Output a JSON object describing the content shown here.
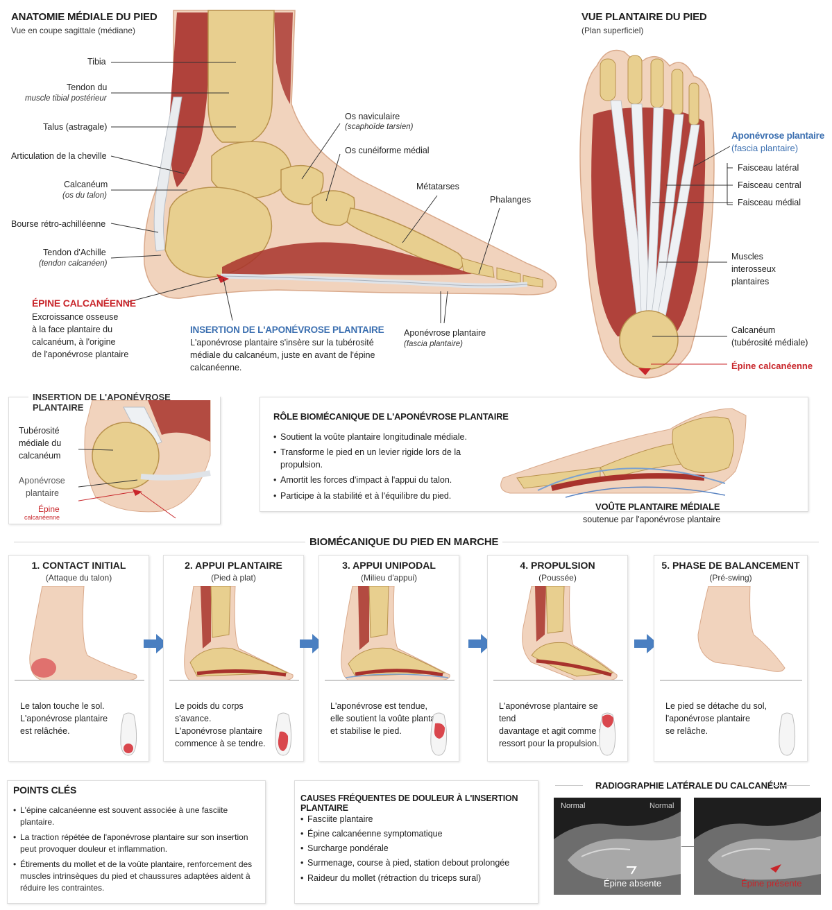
{
  "medial": {
    "title": "ANATOMIE MÉDIALE DU PIED",
    "subtitle": "Vue en coupe sagittale (médiane)",
    "labels": {
      "tibia": "Tibia",
      "tendon1": "Tendon du",
      "tendon2": "muscle tibial postérieur",
      "talus": "Talus (astragale)",
      "articulation": "Articulation de la cheville",
      "calcaneum1": "Calcanéum",
      "calcaneum2": "(os du talon)",
      "bourse": "Bourse rétro-achilléenne",
      "achille1": "Tendon d'Achille",
      "achille2": "(tendon calcanéen)",
      "naviculaire1": "Os naviculaire",
      "naviculaire2": "(scaphoïde tarsien)",
      "cuneiforme": "Os cunéiforme médial",
      "metatarses": "Métatarses",
      "phalanges": "Phalanges",
      "apo1": "Aponévrose plantaire",
      "apo2": "(fascia plantaire)"
    },
    "epine": {
      "title": "ÉPINE CALCANÉENNE",
      "l1": "Excroissance osseuse",
      "l2": "à la face plantaire du",
      "l3": "calcanéum, à l'origine",
      "l4": "de l'aponévrose plantaire"
    },
    "insertion": {
      "title": "INSERTION DE L'APONÉVROSE PLANTAIRE",
      "l1": "L'aponévrose plantaire s'insère sur la tubérosité",
      "l2": "médiale du calcanéum, juste en avant de l'épine",
      "l3": "calcanéenne."
    }
  },
  "plantar": {
    "title": "VUE PLANTAIRE DU PIED",
    "subtitle": "(Plan superficiel)",
    "apo1": "Aponévrose plantaire",
    "apo2": "(fascia plantaire)",
    "lateral": "Faisceau latéral",
    "central": "Faisceau central",
    "medial": "Faisceau médial",
    "muscles1": "Muscles",
    "muscles2": "interosseux",
    "muscles3": "plantaires",
    "calc1": "Calcanéum",
    "calc2": "(tubérosité médiale)",
    "epine": "Épine calcanéenne"
  },
  "insertion_box": {
    "title": "INSERTION DE L'APONÉVROSE PLANTAIRE",
    "tub1": "Tubérosité",
    "tub2": "médiale du",
    "tub3": "calcanéum",
    "apo1": "Aponévrose",
    "apo2": "plantaire",
    "epine1": "Épine",
    "epine2": "calcanéenne"
  },
  "role": {
    "title": "RÔLE BIOMÉCANIQUE DE L'APONÉVROSE PLANTAIRE",
    "items": [
      "Soutient la voûte plantaire longitudinale médiale.",
      "Transforme le pied en un levier rigide lors de la propulsion.",
      "Amortit les forces d'impact à l'appui du talon.",
      "Participe à la stabilité et à l'équilibre du pied."
    ],
    "voute1": "VOÛTE PLANTAIRE MÉDIALE",
    "voute2": "soutenue par l'aponévrose plantaire"
  },
  "gait": {
    "title": "BIOMÉCANIQUE DU PIED EN MARCHE",
    "stages": [
      {
        "title": "1. CONTACT INITIAL",
        "sub": "(Attaque du talon)",
        "d1": "Le talon touche le sol.",
        "d2": "L'aponévrose plantaire",
        "d3": "est relâchée."
      },
      {
        "title": "2. APPUI PLANTAIRE",
        "sub": "(Pied à plat)",
        "d1": "Le poids du corps s'avance.",
        "d2": "L'aponévrose plantaire",
        "d3": "commence à se tendre."
      },
      {
        "title": "3. APPUI UNIPODAL",
        "sub": "(Milieu d'appui)",
        "d1": "L'aponévrose est tendue,",
        "d2": "elle soutient la voûte plantaire",
        "d3": "et stabilise le pied."
      },
      {
        "title": "4. PROPULSION",
        "sub": "(Poussée)",
        "d1": "L'aponévrose plantaire se tend",
        "d2": "davantage et agit comme un",
        "d3": "ressort pour la propulsion."
      },
      {
        "title": "5. PHASE DE BALANCEMENT",
        "sub": "(Pré-swing)",
        "d1": "Le pied se détache du sol,",
        "d2": "l'aponévrose plantaire",
        "d3": "se relâche."
      }
    ]
  },
  "points": {
    "title": "POINTS CLÉS",
    "items": [
      "L'épine calcanéenne est souvent associée à une fasciite plantaire.",
      "La traction répétée de l'aponévrose plantaire sur son insertion peut provoquer douleur et inflammation.",
      "Étirements du mollet et de la voûte plantaire, renforcement des muscles intrinsèques du pied et chaussures adaptées aident à réduire les contraintes."
    ]
  },
  "causes": {
    "title": "CAUSES FRÉQUENTES DE DOULEUR À L'INSERTION PLANTAIRE",
    "items": [
      "Fasciite plantaire",
      "Épine calcanéenne symptomatique",
      "Surcharge pondérale",
      "Surmenage, course à pied, station debout prolongée",
      "Raideur du mollet (rétraction du triceps sural)"
    ]
  },
  "radio": {
    "title": "RADIOGRAPHIE LATÉRALE DU CALCANÉUM",
    "normal1": "Normal",
    "normal2": "Normal",
    "absente": "Épine absente",
    "presente": "Épine présente"
  },
  "colors": {
    "red": "#c8252a",
    "blue": "#3b6fb0",
    "bone": "#e8cf8f",
    "muscle": "#a8322c",
    "skin": "#f1d3bd"
  }
}
